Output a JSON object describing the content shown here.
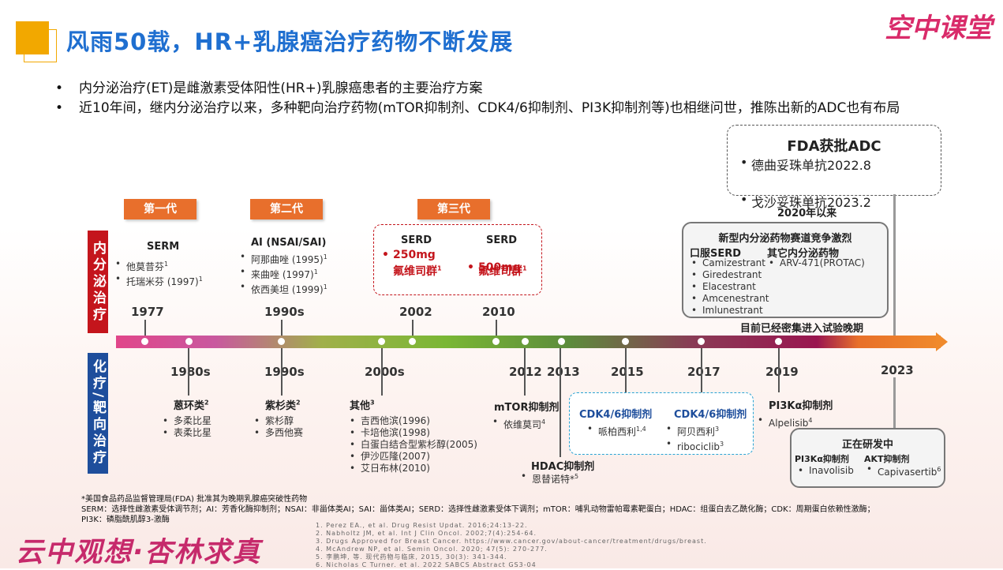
{
  "brand": "空中课堂",
  "title": "风雨50载，HR+乳腺癌治疗药物不断发展",
  "bullets": [
    "内分泌治疗(ET)是雌激素受体阳性(HR+)乳腺癌患者的主要治疗方案",
    "近10年间，继内分泌治疗以来，多种靶向治疗药物(mTOR抑制剂、CDK4/6抑制剂、PI3K抑制剂等)也相继问世，推陈出新的ADC也有布局"
  ],
  "fda": {
    "title": "FDA获批ADC",
    "items": [
      "德曲妥珠单抗2022.8",
      "戈沙妥珠单抗2023.2"
    ]
  },
  "since2020": "2020年以来",
  "generations": [
    "第一代",
    "第二代",
    "第三代"
  ],
  "side": {
    "top": "内分泌治疗",
    "bottom": "化疗/靶向治疗"
  },
  "endocrine": {
    "serm": {
      "label": "SERM",
      "items": [
        "他莫昔芬",
        "托瑞米芬 (1997)"
      ],
      "year": "1977"
    },
    "ai": {
      "label": "AI (NSAI/SAI)",
      "items": [
        "阿那曲唑 (1995)",
        "来曲唑 (1997)",
        "依西美坦 (1999)"
      ],
      "year": "1990s"
    },
    "serd": {
      "col1": {
        "label": "SERD",
        "dose": "250mg",
        "drug": "氟维司群"
      },
      "col2": {
        "label": "SERD",
        "dose": "500mg",
        "drug": "氟维司群"
      },
      "year1": "2002",
      "year2": "2010"
    },
    "newbox": {
      "title": "新型内分泌药物赛道竞争激烈",
      "oral_label": "口服SERD",
      "oral_items": [
        "Camizestrant",
        "Giredestrant",
        "Elacestrant",
        "Amcenestrant",
        "Imlunestrant"
      ],
      "other_label": "其它内分泌药物",
      "other_items": [
        "ARV-471(PROTAC)"
      ]
    },
    "late": "目前已经密集进入试验晚期"
  },
  "targeted": {
    "y1980": {
      "year": "1980s",
      "label": "蒽环类",
      "items": [
        "多柔比星",
        "表柔比星"
      ]
    },
    "y1990": {
      "year": "1990s",
      "label": "紫杉类",
      "items": [
        "紫杉醇",
        "多西他赛"
      ]
    },
    "y2000": {
      "year": "2000s",
      "label": "其他",
      "items": [
        "吉西他滨(1996)",
        "卡培他滨(1998)",
        "白蛋白结合型紫杉醇(2005)",
        "伊沙匹隆(2007)",
        "艾日布林(2010)"
      ]
    },
    "y2012": {
      "year": "2012",
      "label": "mTOR抑制剂",
      "items": [
        "依维莫司"
      ]
    },
    "y2013": {
      "year": "2013",
      "label": "HDAC抑制剂",
      "items": [
        "恩替诺特*"
      ]
    },
    "y2015": {
      "year": "2015",
      "label": "CDK4/6抑制剂",
      "items": [
        "哌柏西利"
      ]
    },
    "y2017": {
      "year": "2017",
      "label": "CDK4/6抑制剂",
      "items": [
        "阿贝西利",
        "ribociclib"
      ]
    },
    "y2019": {
      "year": "2019",
      "label": "PI3Kα抑制剂",
      "items": [
        "Alpelisib"
      ]
    },
    "y2023": {
      "year": "2023"
    },
    "dev": {
      "title": "正在研发中",
      "c1_label": "PI3Kα抑制剂",
      "c1_item": "Inavolisib",
      "c2_label": "AKT抑制剂",
      "c2_item": "Capivasertib"
    }
  },
  "footnotes": [
    "*美国食品药品监督管理局(FDA) 批准其为晚期乳腺癌突破性药物",
    "SERM：选择性雌激素受体调节剂；AI：芳香化酶抑制剂；NSAI：非甾体类AI；SAI：甾体类AI；SERD：选择性雌激素受体下调剂；mTOR：哺乳动物雷帕霉素靶蛋白；HDAC：组蛋白去乙酰化酶；CDK：周期蛋白依赖性激酶；",
    "PI3K：磷脂酰肌醇3-激酶"
  ],
  "references": [
    "1.   Perez EA., et al. Drug Resist Updat. 2016;24:13-22.",
    "2.   Nabholtz JM, et al. Int J Clin Oncol. 2002;7(4):254-64.",
    "3.   Drugs Approved for Breast Cancer. https://www.cancer.gov/about-cancer/treatment/drugs/breast.",
    "4.   McAndrew NP, et al. Semin Oncol. 2020; 47(5): 270-277.",
    "5.   李鹏坤, 等. 现代药物与临床, 2015, 30(3): 341-344.",
    "6.   Nicholas C Turner. et al. 2022 SABCS Abstract GS3-04"
  ],
  "slogan": "云中观想·杏林求真"
}
